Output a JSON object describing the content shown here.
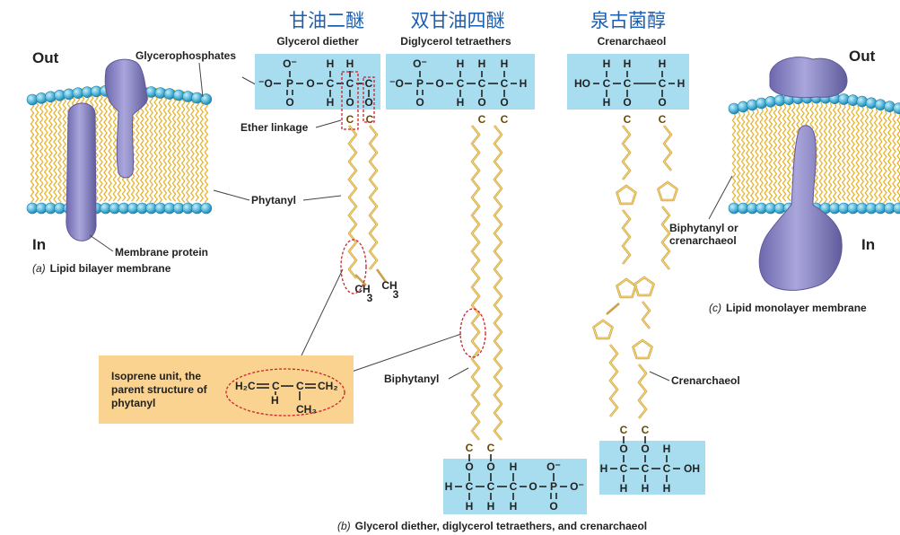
{
  "titles": {
    "diether_zh": "甘油二醚",
    "tetraether_zh": "双甘油四醚",
    "crenarchaeol_zh": "泉古菌醇",
    "diether_en": "Glycerol diether",
    "tetraether_en": "Diglycerol tetraethers",
    "crenarchaeol_en": "Crenarchaeol"
  },
  "labels": {
    "out_left": "Out",
    "in_left": "In",
    "out_right": "Out",
    "in_right": "In",
    "glycerophosphates": "Glycerophosphates",
    "ether_linkage": "Ether linkage",
    "phytanyl": "Phytanyl",
    "membrane_protein": "Membrane protein",
    "biphytanyl_or": "Biphytanyl or",
    "crenarchaeol_lbl": "crenarchaeol",
    "biphytanyl": "Biphytanyl",
    "crenarchaeol_side": "Crenarchaeol"
  },
  "captions": {
    "a_letter": "(a)",
    "a_text": "Lipid bilayer membrane",
    "b_letter": "(b)",
    "b_text": "Glycerol diether, diglycerol tetraethers, and crenarchaeol",
    "c_letter": "(c)",
    "c_text": "Lipid monolayer membrane"
  },
  "isoprene": {
    "line1": "Isoprene unit, the",
    "line2": "parent structure of",
    "line3": "phytanyl",
    "h2c": "H₂C",
    "c1": "C",
    "c2": "C",
    "ch2": "CH₂",
    "h": "H",
    "ch3": "CH₃"
  },
  "chem": {
    "O": "O",
    "Ominus": "O⁻",
    "minusO": "⁻O",
    "P": "P",
    "C": "C",
    "H": "H",
    "HO": "HO",
    "OH": "OH",
    "CH": "CH",
    "sub3": "3"
  },
  "colors": {
    "head_box": "#a8dcef",
    "isoprene_box": "#f9d38f",
    "protein": "#8a86c2",
    "membrane_head": "#4db4d8",
    "chain": "#caa24a"
  }
}
